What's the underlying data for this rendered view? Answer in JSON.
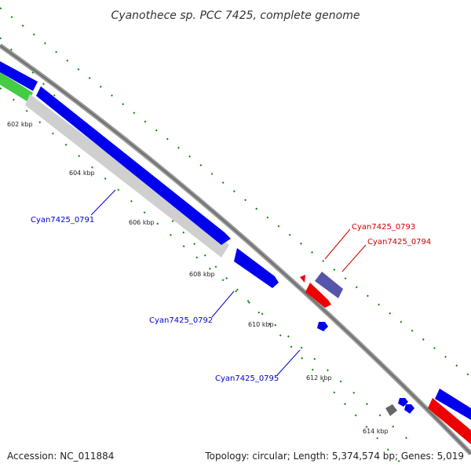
{
  "title": "Cyanothece sp. PCC 7425, complete genome",
  "footer": {
    "accession": "Accession: NC_011884",
    "topology": "Topology: circular; Length: 5,374,574 bp; Genes: 5,019"
  },
  "ticks": [
    "602 kbp",
    "604 kbp",
    "606 kbp",
    "608 kbp",
    "610 kbp",
    "612 kbp",
    "614 kbp"
  ],
  "gene_labels": {
    "cyan0791": "Cyan7425_0791",
    "cyan0792": "Cyan7425_0792",
    "cyan0793": "Cyan7425_0793",
    "cyan0794": "Cyan7425_0794",
    "cyan0795": "Cyan7425_0795"
  },
  "colors": {
    "backbone": "#888888",
    "forward_gene": "#0000ee",
    "reverse_gene": "#ee0000",
    "rna_gene": "#5555aa",
    "green_feature": "#44cc44",
    "gray_feature": "#c8c8c8",
    "dark_feature": "#666666",
    "tick_green": "#007700"
  }
}
